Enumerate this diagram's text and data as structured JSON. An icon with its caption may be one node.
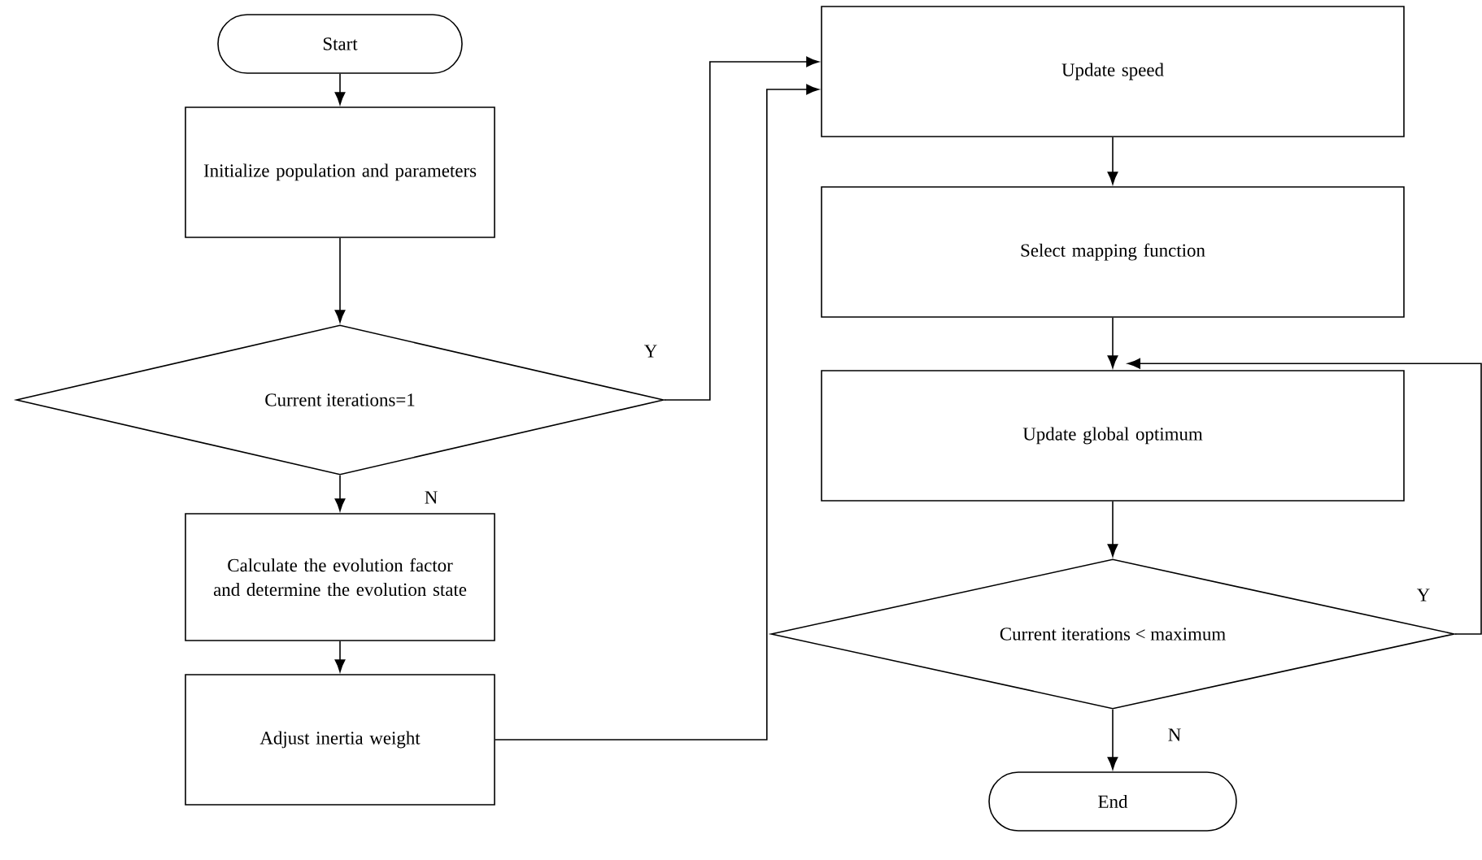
{
  "diagram": {
    "nodes": [
      {
        "text": [
          "Start"
        ]
      },
      {
        "text": [
          "Initialize population and parameters"
        ]
      },
      {
        "text": [
          "Current iterations=1"
        ]
      },
      {
        "text": [
          "Calculate the evolution factor and determine the evolution state"
        ]
      },
      {
        "text": [
          "Adjust inertia weight"
        ]
      },
      {
        "text": [
          "Update speed"
        ]
      },
      {
        "text": [
          "Select mapping function"
        ]
      },
      {
        "text": [
          "Update global optimum"
        ]
      },
      {
        "text": [
          "Current iterations < maximum"
        ]
      },
      {
        "text": [
          "End"
        ]
      }
    ],
    "edges": [
      {
        "from": 0,
        "to": 1,
        "arrow": "to"
      },
      {
        "from": 1,
        "to": 2,
        "arrow": "to"
      },
      {
        "from": 2,
        "to": 3,
        "arrow": "to",
        "label": "N"
      },
      {
        "from": 2,
        "to": 5,
        "arrow": "to",
        "label": "Y"
      },
      {
        "from": 3,
        "to": 4,
        "arrow": "to"
      },
      {
        "from": 4,
        "to": 5,
        "arrow": "to"
      },
      {
        "from": 5,
        "to": 6,
        "arrow": "to"
      },
      {
        "from": 6,
        "to": 7,
        "arrow": "to"
      },
      {
        "from": 7,
        "to": 8,
        "arrow": "to"
      },
      {
        "from": 8,
        "to": 7,
        "arrow": "to",
        "label": "Y"
      },
      {
        "from": 8,
        "to": 9,
        "arrow": "to",
        "label": "N"
      }
    ]
  }
}
